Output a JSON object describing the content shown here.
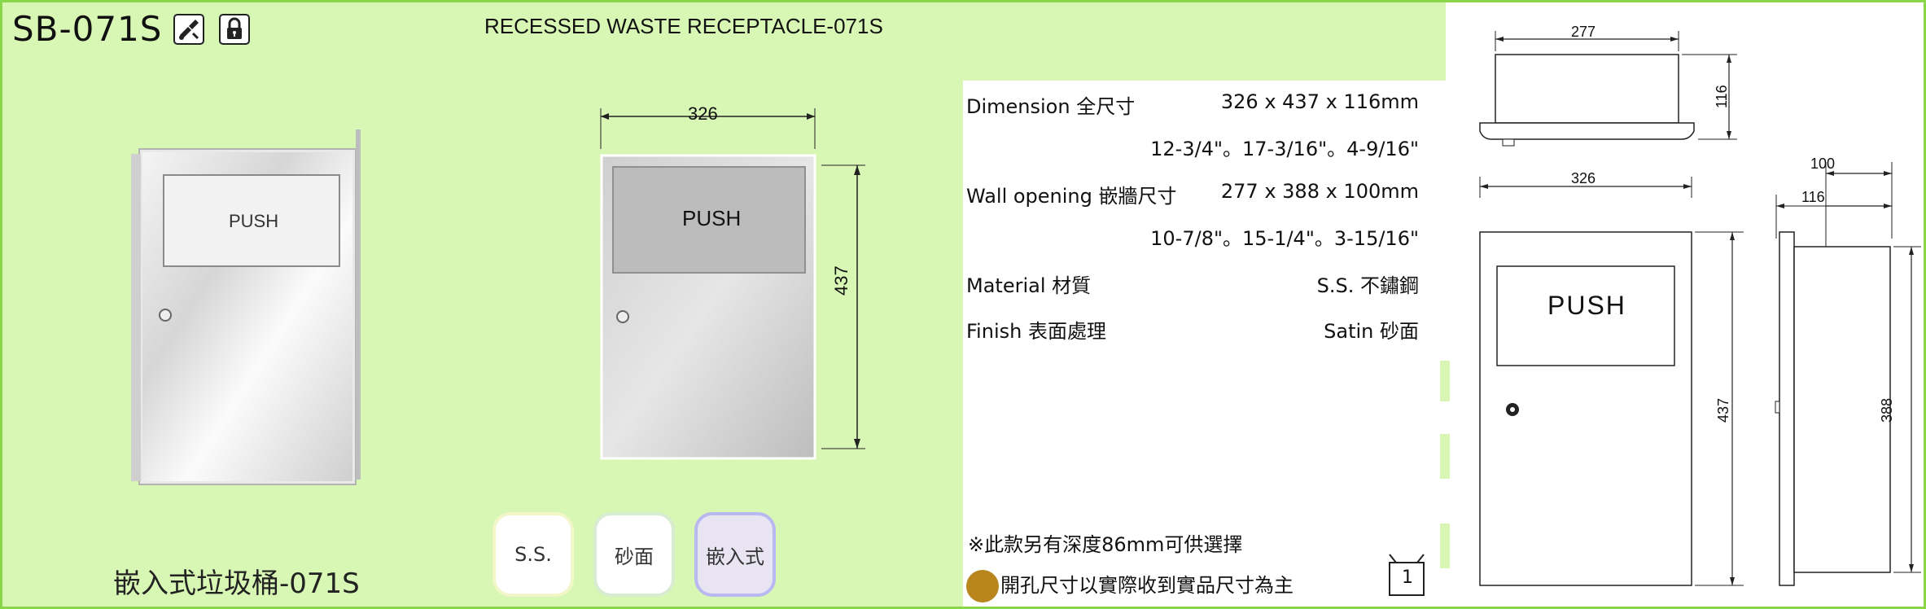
{
  "header": {
    "model_code": "SB-071S",
    "title": "RECESSED WASTE RECEPTACLE-071S",
    "icons": [
      "screwdriver-tool-icon",
      "lock-icon"
    ]
  },
  "product": {
    "name_cn": "嵌入式垃圾桶-071S",
    "push_label": "PUSH"
  },
  "front_view": {
    "width_label": "326",
    "height_label": "437"
  },
  "options": [
    {
      "label": "S.S.",
      "border": "#f2f6c8"
    },
    {
      "label": "砂面",
      "border": "#d7ecd0"
    },
    {
      "label": "嵌入式",
      "border": "#b9b8f0"
    }
  ],
  "specs": [
    {
      "label": "Dimension 全尺寸",
      "value": "326 x 437 x 116mm",
      "value2": "12-3/4\"。17-3/16\"。4-9/16\""
    },
    {
      "label": "Wall opening 嵌牆尺寸",
      "value": "277 x 388 x 100mm",
      "value2": "10-7/8\"。15-1/4\"。3-15/16\""
    },
    {
      "label": "Material 材質",
      "value": "S.S. 不鏽鋼"
    },
    {
      "label": "Finish 表面處理",
      "value": "Satin 砂面"
    }
  ],
  "notes": {
    "note1": "此款另有深度86mm可供選擇",
    "note2": "開孔尺寸以實際收到實品尺寸為主",
    "bullet_color": "#b8861c"
  },
  "page_number": "1",
  "drawing": {
    "top_width": "277",
    "top_depth": "116",
    "front_width": "326",
    "front_height": "437",
    "push_label": "PUSH",
    "side_depth_outer": "100",
    "side_depth_inner": "116",
    "side_height": "388"
  }
}
